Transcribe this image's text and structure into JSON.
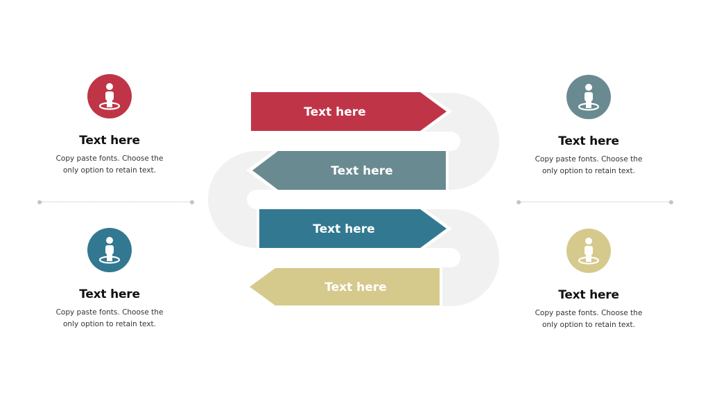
{
  "colors": {
    "red": "#BF3547",
    "slate": "#6A8A91",
    "teal": "#327891",
    "khaki": "#D6C98C",
    "track": "#F1F1F1"
  },
  "icon": "person-on-spot-icon",
  "arrows": [
    {
      "label": "Text here",
      "direction": "right",
      "color": "#BF3547"
    },
    {
      "label": "Text here",
      "direction": "left",
      "color": "#6A8A91"
    },
    {
      "label": "Text here",
      "direction": "right",
      "color": "#327891"
    },
    {
      "label": "Text here",
      "direction": "left",
      "color": "#D6C98C"
    }
  ],
  "blocks": {
    "top_left": {
      "title": "Text here",
      "desc": "Copy paste fonts. Choose the only option to retain text.",
      "color": "#BF3547"
    },
    "bottom_left": {
      "title": "Text here",
      "desc": "Copy paste fonts. Choose the only option to retain text.",
      "color": "#327891"
    },
    "top_right": {
      "title": "Text here",
      "desc": "Copy paste fonts. Choose the only option to retain text.",
      "color": "#6A8A91"
    },
    "bottom_right": {
      "title": "Text here",
      "desc": "Copy paste fonts. Choose the only option to retain text.",
      "color": "#D6C98C"
    }
  }
}
